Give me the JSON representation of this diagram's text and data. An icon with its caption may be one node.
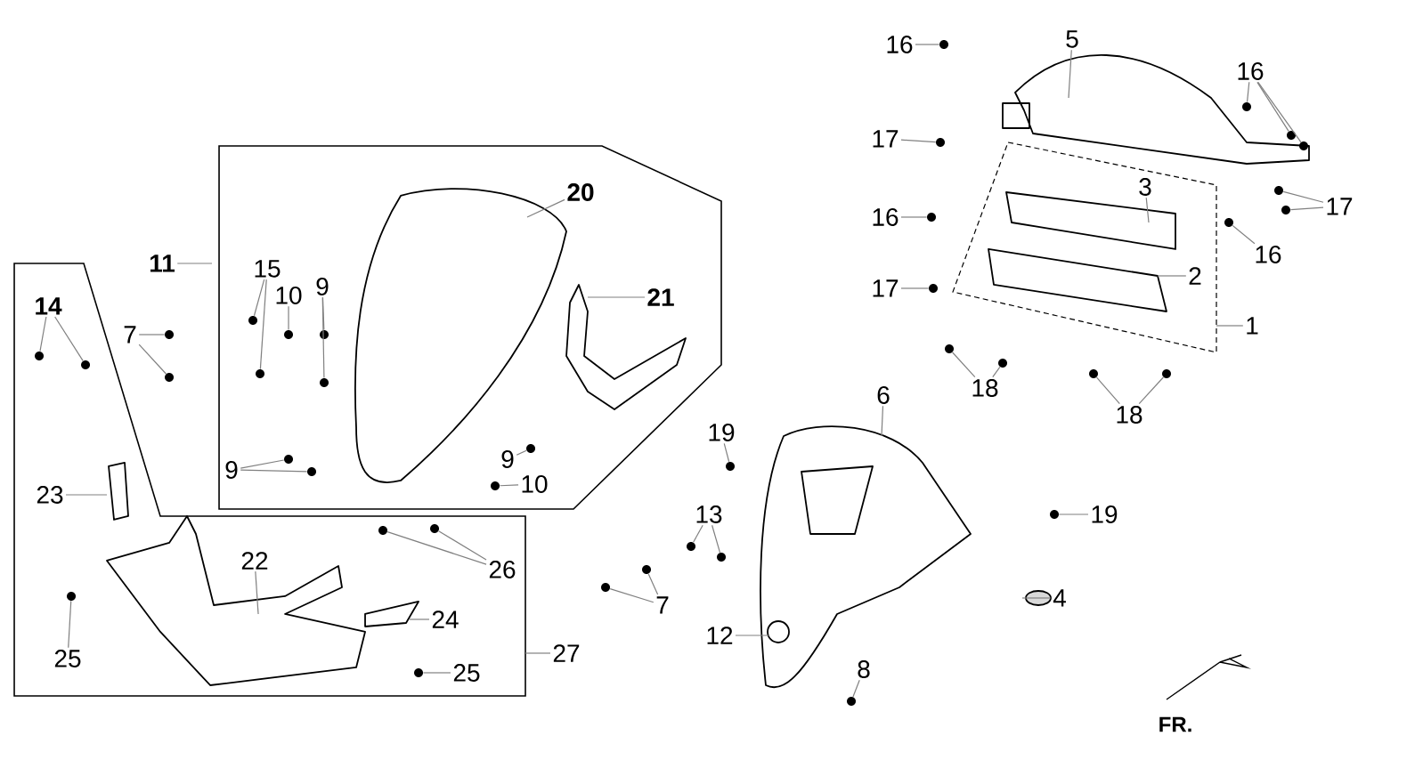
{
  "diagram": {
    "nodes": [
      {
        "text": [
          "16"
        ]
      },
      {
        "text": [
          "5"
        ]
      },
      {
        "text": [
          "16"
        ]
      },
      {
        "text": [
          "17"
        ]
      },
      {
        "text": [
          "17"
        ]
      },
      {
        "text": [
          "16"
        ]
      },
      {
        "text": [
          "3"
        ]
      },
      {
        "text": [
          "16"
        ]
      },
      {
        "text": [
          "17"
        ]
      },
      {
        "text": [
          "2"
        ]
      },
      {
        "text": [
          "1"
        ]
      },
      {
        "text": [
          "18"
        ]
      },
      {
        "text": [
          "18"
        ]
      },
      {
        "text": [
          "6"
        ]
      },
      {
        "text": [
          "19"
        ]
      },
      {
        "text": [
          "19"
        ]
      },
      {
        "text": [
          "13"
        ]
      },
      {
        "text": [
          "4"
        ]
      },
      {
        "text": [
          "12"
        ]
      },
      {
        "text": [
          "8"
        ]
      },
      {
        "text": [
          "20"
        ]
      },
      {
        "text": [
          "11"
        ]
      },
      {
        "text": [
          "21"
        ]
      },
      {
        "text": [
          "15"
        ]
      },
      {
        "text": [
          "10"
        ]
      },
      {
        "text": [
          "9"
        ]
      },
      {
        "text": [
          "7"
        ]
      },
      {
        "text": [
          "14"
        ]
      },
      {
        "text": [
          "9"
        ]
      },
      {
        "text": [
          "9"
        ]
      },
      {
        "text": [
          "10"
        ]
      },
      {
        "text": [
          "23"
        ]
      },
      {
        "text": [
          "22"
        ]
      },
      {
        "text": [
          "26"
        ]
      },
      {
        "text": [
          "24"
        ]
      },
      {
        "text": [
          "27"
        ]
      },
      {
        "text": [
          "25"
        ]
      },
      {
        "text": [
          "25"
        ]
      },
      {
        "text": [
          "7"
        ]
      },
      {
        "text": [],
        "shape": "circle"
      },
      {
        "text": [],
        "shape": "circle"
      },
      {
        "text": [],
        "shape": "circle"
      },
      {
        "text": [],
        "shape": "circle"
      },
      {
        "text": [],
        "shape": "circle"
      },
      {
        "text": [],
        "shape": "circle"
      },
      {
        "text": [],
        "shape": "circle"
      },
      {
        "text": [],
        "shape": "circle"
      },
      {
        "text": [],
        "shape": "circle"
      },
      {
        "text": [],
        "shape": "circle"
      },
      {
        "text": [],
        "shape": "circle"
      },
      {
        "text": [],
        "shape": "circle"
      },
      {
        "text": [],
        "shape": "circle"
      },
      {
        "text": [],
        "shape": "circle"
      },
      {
        "text": [],
        "shape": "circle"
      },
      {
        "text": [],
        "shape": "circle"
      },
      {
        "text": [],
        "shape": "circle"
      },
      {
        "text": [],
        "shape": "circle"
      },
      {
        "text": [],
        "shape": "circle"
      },
      {
        "text": [],
        "shape": "circle"
      },
      {
        "text": [],
        "shape": "circle"
      },
      {
        "text": [],
        "shape": "circle"
      },
      {
        "text": [],
        "shape": "circle"
      },
      {
        "text": [],
        "shape": "circle"
      },
      {
        "text": [],
        "shape": "circle"
      },
      {
        "text": [],
        "shape": "circle"
      },
      {
        "text": [],
        "shape": "circle"
      },
      {
        "text": [],
        "shape": "circle"
      },
      {
        "text": [],
        "shape": "circle"
      },
      {
        "text": [],
        "shape": "circle"
      },
      {
        "text": [],
        "shape": "circle"
      },
      {
        "text": [],
        "shape": "circle"
      },
      {
        "text": [],
        "shape": "circle"
      },
      {
        "text": [],
        "shape": "circle"
      },
      {
        "text": [],
        "shape": "circle"
      },
      {
        "text": [],
        "shape": "circle"
      },
      {
        "text": [],
        "shape": "circle"
      },
      {
        "text": [],
        "shape": "circle"
      }
    ],
    "edges": [
      {
        "from": 0,
        "to": 39,
        "arrow": "none"
      },
      {
        "from": 1,
        "to": null,
        "arrow": "none"
      },
      {
        "from": 2,
        "to": 40,
        "arrow": "none"
      },
      {
        "from": 2,
        "to": 41,
        "arrow": "none"
      },
      {
        "from": 2,
        "to": 42,
        "arrow": "none"
      },
      {
        "from": 3,
        "to": 43,
        "arrow": "none"
      },
      {
        "from": 4,
        "to": 44,
        "arrow": "none"
      },
      {
        "from": 4,
        "to": 45,
        "arrow": "none"
      },
      {
        "from": 5,
        "to": 46,
        "arrow": "none"
      },
      {
        "from": 6,
        "to": null,
        "arrow": "none"
      },
      {
        "from": 7,
        "to": 47,
        "arrow": "none"
      },
      {
        "from": 8,
        "to": 48,
        "arrow": "none"
      },
      {
        "from": 9,
        "to": null,
        "arrow": "none"
      },
      {
        "from": 10,
        "to": null,
        "arrow": "none"
      },
      {
        "from": 11,
        "to": 49,
        "arrow": "none"
      },
      {
        "from": 11,
        "to": 50,
        "arrow": "none"
      },
      {
        "from": 12,
        "to": 51,
        "arrow": "none"
      },
      {
        "from": 12,
        "to": 52,
        "arrow": "none"
      },
      {
        "from": 13,
        "to": null,
        "arrow": "none"
      },
      {
        "from": 14,
        "to": 53,
        "arrow": "none"
      },
      {
        "from": 15,
        "to": 54,
        "arrow": "none"
      },
      {
        "from": 16,
        "to": 55,
        "arrow": "none"
      },
      {
        "from": 16,
        "to": 56,
        "arrow": "none"
      },
      {
        "from": 17,
        "to": null,
        "arrow": "none"
      },
      {
        "from": 18,
        "to": null,
        "arrow": "none"
      },
      {
        "from": 19,
        "to": 57,
        "arrow": "none"
      },
      {
        "from": 20,
        "to": null,
        "arrow": "none"
      },
      {
        "from": 21,
        "to": null,
        "arrow": "none"
      },
      {
        "from": 22,
        "to": null,
        "arrow": "none"
      },
      {
        "from": 23,
        "to": 58,
        "arrow": "none"
      },
      {
        "from": 23,
        "to": 59,
        "arrow": "none"
      },
      {
        "from": 24,
        "to": 60,
        "arrow": "none"
      },
      {
        "from": 25,
        "to": 61,
        "arrow": "none"
      },
      {
        "from": 25,
        "to": 62,
        "arrow": "none"
      },
      {
        "from": 26,
        "to": 63,
        "arrow": "none"
      },
      {
        "from": 26,
        "to": 64,
        "arrow": "none"
      },
      {
        "from": 27,
        "to": 65,
        "arrow": "none"
      },
      {
        "from": 27,
        "to": 66,
        "arrow": "none"
      },
      {
        "from": 28,
        "to": 67,
        "arrow": "none"
      },
      {
        "from": 28,
        "to": 68,
        "arrow": "none"
      },
      {
        "from": 29,
        "to": 69,
        "arrow": "none"
      },
      {
        "from": 30,
        "to": 70,
        "arrow": "none"
      },
      {
        "from": 31,
        "to": null,
        "arrow": "none"
      },
      {
        "from": 32,
        "to": null,
        "arrow": "none"
      },
      {
        "from": 33,
        "to": 71,
        "arrow": "none"
      },
      {
        "from": 33,
        "to": 72,
        "arrow": "none"
      },
      {
        "from": 34,
        "to": null,
        "arrow": "none"
      },
      {
        "from": 35,
        "to": null,
        "arrow": "none"
      },
      {
        "from": 36,
        "to": 73,
        "arrow": "none"
      },
      {
        "from": 37,
        "to": 74,
        "arrow": "none"
      },
      {
        "from": 38,
        "to": 75,
        "arrow": "none"
      },
      {
        "from": 38,
        "to": 76,
        "arrow": "none"
      }
    ],
    "labels": [
      "FR."
    ]
  }
}
